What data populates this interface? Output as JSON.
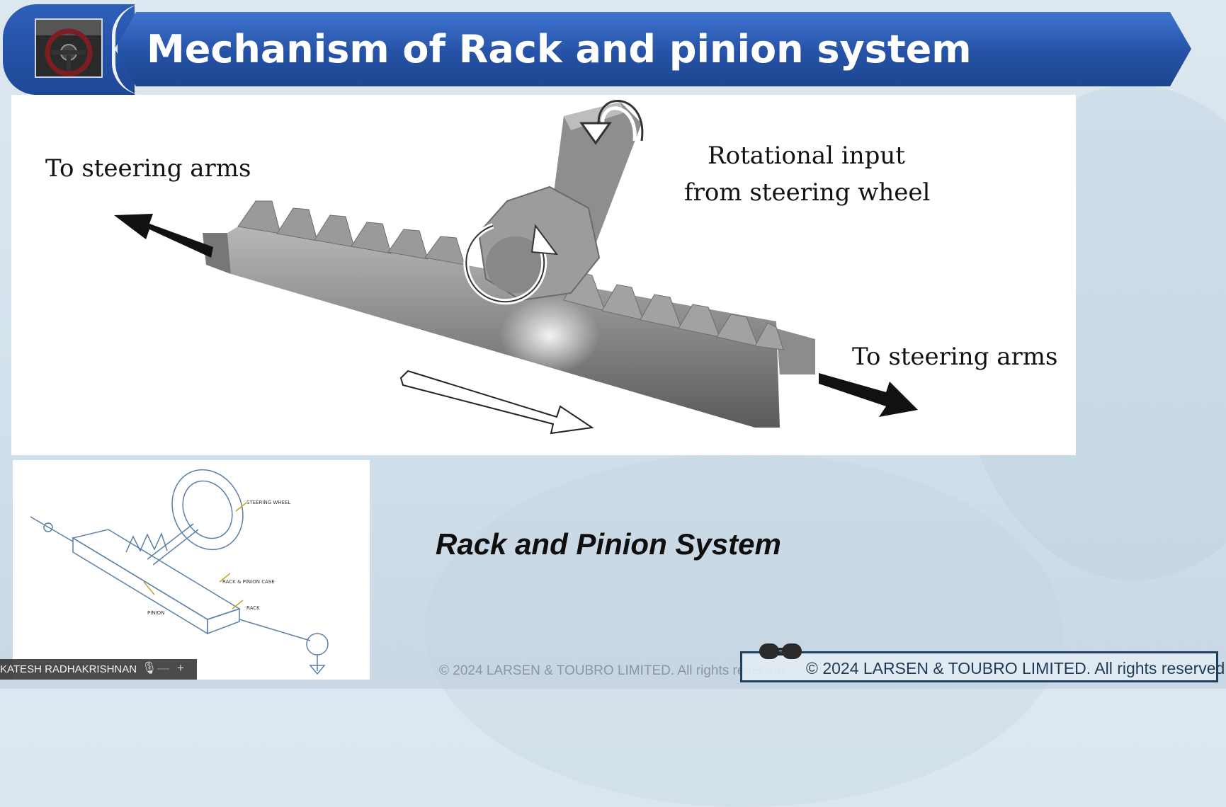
{
  "slide": {
    "title": "Mechanism of Rack and pinion system",
    "thumbnail_icon": "steering-wheel-photo-icon"
  },
  "main_figure": {
    "label_left": "To steering arms",
    "label_right": "To steering arms",
    "label_input_line1": "Rotational input",
    "label_input_line2": "from steering wheel"
  },
  "small_figure": {
    "label_steering_wheel": "STEERING WHEEL",
    "label_case": "RACK & PINION CASE",
    "label_rack": "RACK",
    "label_pinion": "PINION"
  },
  "caption": "Rack and Pinion System",
  "footer": {
    "copyright_faint": "© 2024 LARSEN & TOUBRO LIMITED. All rights reserved",
    "copyright_box": "© 2024 LARSEN & TOUBRO LIMITED. All rights reserved",
    "plug_icon": "plug-icon"
  },
  "presenter": {
    "name": "KATESH RADHAKRISHNAN",
    "mic_icon": "microphone-icon",
    "minus_label": "—",
    "plus_label": "+"
  }
}
